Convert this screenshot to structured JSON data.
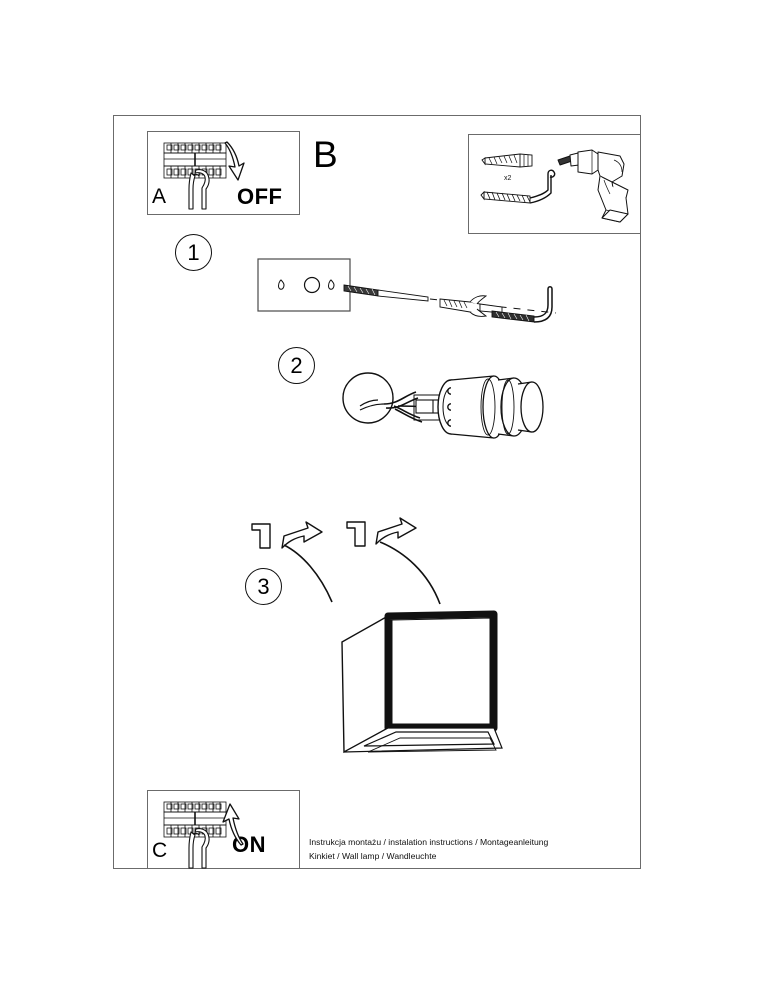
{
  "document": {
    "type": "installation-instruction-sheet",
    "product": "Kinkiet / Wall lamp / Wandleuchte"
  },
  "panels": {
    "a": {
      "label": "A",
      "action_word": "OFF",
      "icon": "circuit-breaker-panel-hand-off"
    },
    "b": {
      "label": "B",
      "icon": "drill-and-fixings",
      "quantity": "x2"
    },
    "c": {
      "label": "C",
      "action_word": "ON",
      "icon": "circuit-breaker-panel-hand-on"
    }
  },
  "steps": [
    {
      "number": "1",
      "icon": "wall-plate-drill-plug-hook"
    },
    {
      "number": "2",
      "icon": "wiring-socket-connection"
    },
    {
      "number": "3",
      "icon": "cube-lamp-mounting"
    }
  ],
  "footer": {
    "line1": "Instrukcja montażu / instalation instructions / Montageanleitung",
    "line2": "Kinkiet / Wall lamp / Wandleuchte"
  },
  "colors": {
    "frame": "#6b6b6b",
    "ink": "#000000",
    "paper": "#ffffff"
  }
}
